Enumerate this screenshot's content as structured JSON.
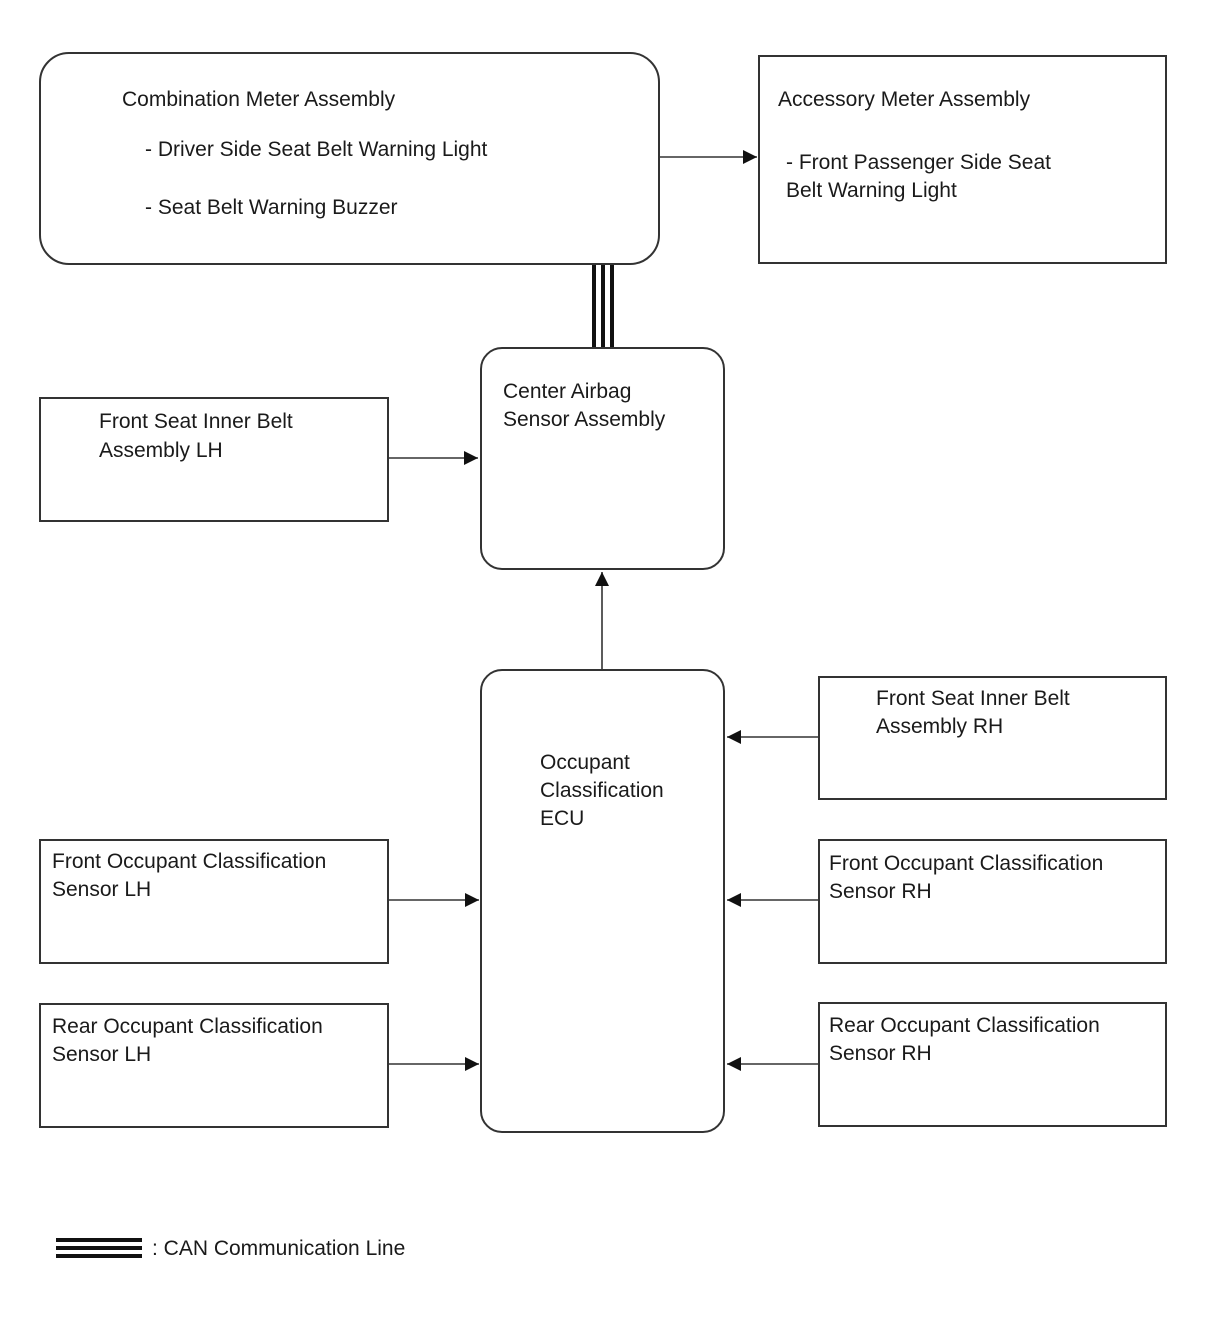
{
  "boxes": {
    "combination_meter": {
      "title": "Combination Meter Assembly",
      "item1": "- Driver Side Seat Belt Warning Light",
      "item2": "- Seat Belt Warning Buzzer"
    },
    "accessory_meter": {
      "title": "Accessory Meter Assembly",
      "item1_line1": "- Front Passenger Side Seat",
      "item1_line2": "Belt Warning Light"
    },
    "center_airbag": {
      "line1": "Center Airbag",
      "line2": "Sensor Assembly"
    },
    "front_belt_lh": {
      "line1": "Front Seat Inner Belt",
      "line2": "Assembly LH"
    },
    "occupant_ecu": {
      "line1": "Occupant",
      "line2": "Classification",
      "line3": "ECU"
    },
    "front_belt_rh": {
      "line1": "Front Seat Inner Belt",
      "line2": "Assembly RH"
    },
    "front_sensor_lh": {
      "line1": "Front Occupant Classification",
      "line2": "Sensor LH"
    },
    "front_sensor_rh": {
      "line1": "Front Occupant Classification",
      "line2": "Sensor RH"
    },
    "rear_sensor_lh": {
      "line1": "Rear Occupant Classification",
      "line2": "Sensor LH"
    },
    "rear_sensor_rh": {
      "line1": "Rear Occupant Classification",
      "line2": "Sensor RH"
    }
  },
  "legend": {
    "label": ": CAN Communication Line"
  }
}
